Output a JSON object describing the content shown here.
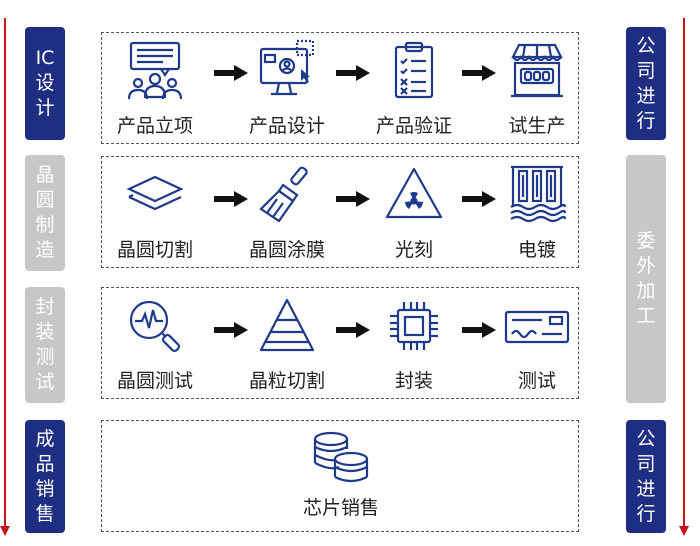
{
  "left_labels": [
    {
      "text": "IC设计"
    },
    {
      "text": "晶圆制造"
    },
    {
      "text": "封装测试"
    },
    {
      "text": "成品销售"
    }
  ],
  "right_labels": [
    {
      "text": "公司进行"
    },
    {
      "text": "委外加工"
    },
    {
      "text": "公司进行"
    }
  ],
  "rows": [
    {
      "steps": [
        {
          "label": "产品立项",
          "icon": "team-meeting-icon"
        },
        {
          "label": "产品设计",
          "icon": "design-monitor-icon"
        },
        {
          "label": "产品验证",
          "icon": "checklist-clipboard-icon"
        },
        {
          "label": "试生产",
          "icon": "storefront-icon"
        }
      ]
    },
    {
      "steps": [
        {
          "label": "晶圆切割",
          "icon": "layers-icon"
        },
        {
          "label": "晶圆涂膜",
          "icon": "paint-brush-icon"
        },
        {
          "label": "光刻",
          "icon": "radiation-warning-icon"
        },
        {
          "label": "电镀",
          "icon": "plating-tank-icon"
        }
      ]
    },
    {
      "steps": [
        {
          "label": "晶圆测试",
          "icon": "magnifier-waveform-icon"
        },
        {
          "label": "晶粒切割",
          "icon": "pyramid-icon"
        },
        {
          "label": "封装",
          "icon": "chip-icon"
        },
        {
          "label": "测试",
          "icon": "test-card-icon"
        }
      ]
    },
    {
      "steps": [
        {
          "label": "芯片销售",
          "icon": "coin-stack-icon"
        }
      ]
    }
  ],
  "colors": {
    "navy": "#1e2e82",
    "gray": "#c7c7c7",
    "timeline_red": "#c8151b",
    "icon_stroke": "#1f3a8a"
  }
}
